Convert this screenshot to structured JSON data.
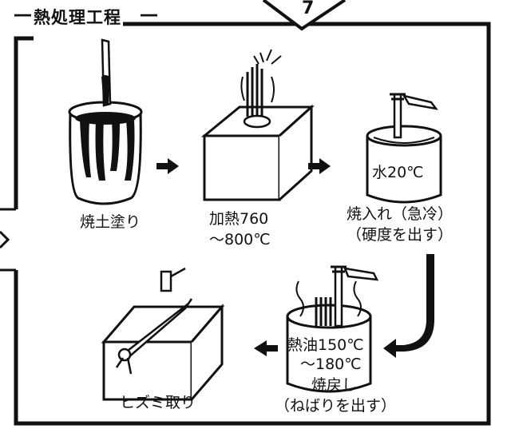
{
  "title": "熱処理工程",
  "title_dash": "―",
  "step_number": "7",
  "steps": [
    {
      "lines": [
        "焼土塗り"
      ]
    },
    {
      "lines": [
        "加熱760",
        "～800℃"
      ]
    },
    {
      "lines": [
        "焼入れ（急冷）",
        "（硬度を出す）"
      ],
      "bucket_label": "水20℃"
    },
    {
      "lines": [
        "熱油150℃",
        "～180℃",
        "焼戻し",
        "（ねばりを出す）"
      ]
    },
    {
      "lines": [
        "ヒズミ取り"
      ]
    }
  ],
  "colors": {
    "ink": "#111111",
    "paper": "#ffffff"
  }
}
